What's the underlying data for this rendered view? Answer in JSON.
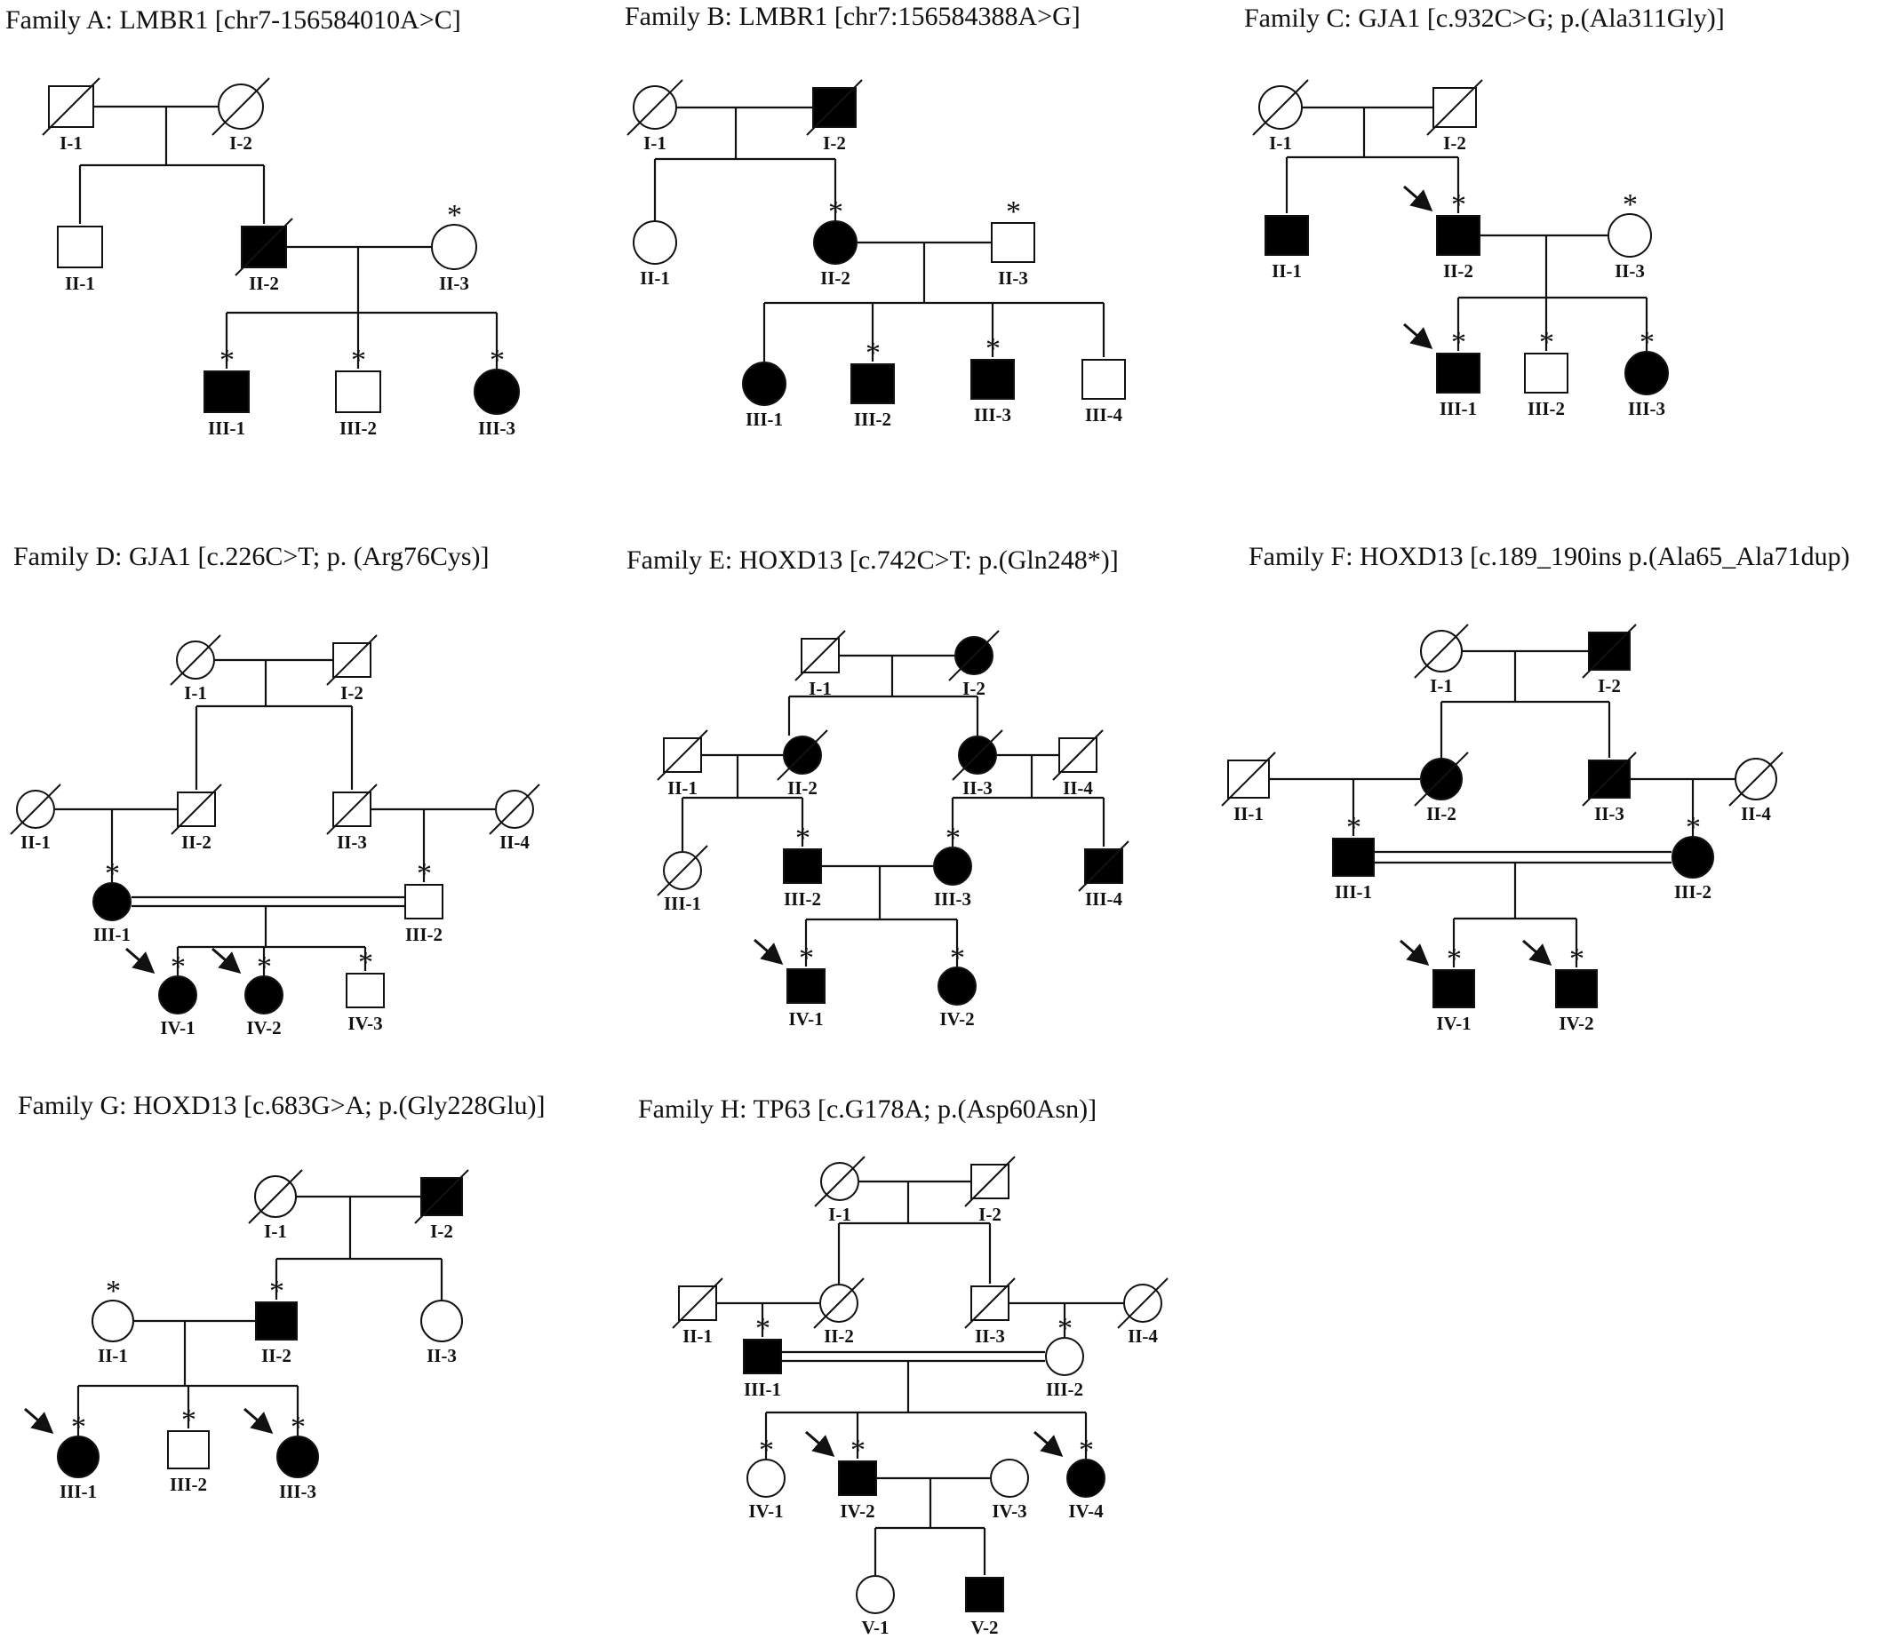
{
  "figure": {
    "colors": {
      "ink": "#111111",
      "affected": "#000000",
      "unaffected": "#ffffff"
    },
    "families": [
      {
        "id": "A",
        "title": "Family A: LMBR1 [chr7-156584010A>C]",
        "members": [
          {
            "label": "I-1",
            "sex": "male",
            "affected": false,
            "deceased": true
          },
          {
            "label": "I-2",
            "sex": "female",
            "affected": false,
            "deceased": true
          },
          {
            "label": "II-1",
            "sex": "male",
            "affected": false
          },
          {
            "label": "II-2",
            "sex": "male",
            "affected": true,
            "deceased": true
          },
          {
            "label": "II-3",
            "sex": "female",
            "affected": false,
            "tested": true
          },
          {
            "label": "III-1",
            "sex": "male",
            "affected": true,
            "tested": true
          },
          {
            "label": "III-2",
            "sex": "male",
            "affected": false,
            "tested": true
          },
          {
            "label": "III-3",
            "sex": "female",
            "affected": true,
            "tested": true
          }
        ]
      },
      {
        "id": "B",
        "title": "Family B: LMBR1 [chr7:156584388A>G]",
        "members": [
          {
            "label": "I-1",
            "sex": "female",
            "affected": false,
            "deceased": true
          },
          {
            "label": "I-2",
            "sex": "male",
            "affected": true,
            "deceased": true
          },
          {
            "label": "II-1",
            "sex": "female",
            "affected": false
          },
          {
            "label": "II-2",
            "sex": "female",
            "affected": true,
            "tested": true
          },
          {
            "label": "II-3",
            "sex": "male",
            "affected": false,
            "tested": true
          },
          {
            "label": "III-1",
            "sex": "female",
            "affected": true
          },
          {
            "label": "III-2",
            "sex": "male",
            "affected": true,
            "tested": true
          },
          {
            "label": "III-3",
            "sex": "male",
            "affected": true,
            "tested": true
          },
          {
            "label": "III-4",
            "sex": "male",
            "affected": false
          }
        ]
      },
      {
        "id": "C",
        "title": "Family C: GJA1 [c.932C>G; p.(Ala311Gly)]",
        "members": [
          {
            "label": "I-1",
            "sex": "female",
            "affected": false,
            "deceased": true
          },
          {
            "label": "I-2",
            "sex": "male",
            "affected": false,
            "deceased": true
          },
          {
            "label": "II-1",
            "sex": "male",
            "affected": true
          },
          {
            "label": "II-2",
            "sex": "male",
            "affected": true,
            "tested": true,
            "proband": true
          },
          {
            "label": "II-3",
            "sex": "female",
            "affected": false,
            "tested": true
          },
          {
            "label": "III-1",
            "sex": "male",
            "affected": true,
            "tested": true,
            "proband": true
          },
          {
            "label": "III-2",
            "sex": "male",
            "affected": false,
            "tested": true
          },
          {
            "label": "III-3",
            "sex": "female",
            "affected": true,
            "tested": true
          }
        ]
      },
      {
        "id": "D",
        "title": "Family D: GJA1 [c.226C>T; p. (Arg76Cys)]",
        "members": [
          {
            "label": "I-1",
            "sex": "female",
            "affected": false,
            "deceased": true
          },
          {
            "label": "I-2",
            "sex": "male",
            "affected": false,
            "deceased": true
          },
          {
            "label": "II-1",
            "sex": "female",
            "affected": false,
            "deceased": true
          },
          {
            "label": "II-2",
            "sex": "male",
            "affected": false,
            "deceased": true
          },
          {
            "label": "II-3",
            "sex": "male",
            "affected": false,
            "deceased": true
          },
          {
            "label": "II-4",
            "sex": "female",
            "affected": false,
            "deceased": true
          },
          {
            "label": "III-1",
            "sex": "female",
            "affected": true,
            "tested": true
          },
          {
            "label": "III-2",
            "sex": "male",
            "affected": false,
            "tested": true
          },
          {
            "label": "IV-1",
            "sex": "female",
            "affected": true,
            "tested": true,
            "proband": true
          },
          {
            "label": "IV-2",
            "sex": "female",
            "affected": true,
            "tested": true,
            "proband": true
          },
          {
            "label": "IV-3",
            "sex": "male",
            "affected": false,
            "tested": true
          }
        ]
      },
      {
        "id": "E",
        "title": "Family E: HOXD13 [c.742C>T: p.(Gln248*)]",
        "members": [
          {
            "label": "I-1",
            "sex": "male",
            "affected": false,
            "deceased": true
          },
          {
            "label": "I-2",
            "sex": "female",
            "affected": true,
            "deceased": true
          },
          {
            "label": "II-1",
            "sex": "male",
            "affected": false,
            "deceased": true
          },
          {
            "label": "II-2",
            "sex": "female",
            "affected": true,
            "deceased": true
          },
          {
            "label": "II-3",
            "sex": "female",
            "affected": true,
            "deceased": true
          },
          {
            "label": "II-4",
            "sex": "male",
            "affected": false,
            "deceased": true
          },
          {
            "label": "III-1",
            "sex": "female",
            "affected": false,
            "deceased": true
          },
          {
            "label": "III-2",
            "sex": "male",
            "affected": true,
            "tested": true
          },
          {
            "label": "III-3",
            "sex": "female",
            "affected": true,
            "tested": true
          },
          {
            "label": "III-4",
            "sex": "male",
            "affected": true,
            "deceased": true
          },
          {
            "label": "IV-1",
            "sex": "male",
            "affected": true,
            "tested": true,
            "proband": true
          },
          {
            "label": "IV-2",
            "sex": "female",
            "affected": true,
            "tested": true
          }
        ]
      },
      {
        "id": "F",
        "title": "Family F: HOXD13 [c.189_190ins p.(Ala65_Ala71dup)",
        "members": [
          {
            "label": "I-1",
            "sex": "female",
            "affected": false,
            "deceased": true
          },
          {
            "label": "I-2",
            "sex": "male",
            "affected": true,
            "deceased": true
          },
          {
            "label": "II-1",
            "sex": "male",
            "affected": false,
            "deceased": true
          },
          {
            "label": "II-2",
            "sex": "female",
            "affected": true,
            "deceased": true
          },
          {
            "label": "II-3",
            "sex": "male",
            "affected": true,
            "deceased": true
          },
          {
            "label": "II-4",
            "sex": "female",
            "affected": false,
            "deceased": true
          },
          {
            "label": "III-1",
            "sex": "male",
            "affected": true,
            "tested": true
          },
          {
            "label": "III-2",
            "sex": "female",
            "affected": true,
            "tested": true
          },
          {
            "label": "IV-1",
            "sex": "male",
            "affected": true,
            "tested": true,
            "proband": true
          },
          {
            "label": "IV-2",
            "sex": "male",
            "affected": true,
            "tested": true,
            "proband": true
          }
        ]
      },
      {
        "id": "G",
        "title": "Family G: HOXD13 [c.683G>A; p.(Gly228Glu)]",
        "members": [
          {
            "label": "I-1",
            "sex": "female",
            "affected": false,
            "deceased": true
          },
          {
            "label": "I-2",
            "sex": "male",
            "affected": true,
            "deceased": true
          },
          {
            "label": "II-1",
            "sex": "female",
            "affected": false,
            "tested": true
          },
          {
            "label": "II-2",
            "sex": "male",
            "affected": true,
            "tested": true
          },
          {
            "label": "II-3",
            "sex": "female",
            "affected": false
          },
          {
            "label": "III-1",
            "sex": "female",
            "affected": true,
            "tested": true,
            "proband": true
          },
          {
            "label": "III-2",
            "sex": "male",
            "affected": false,
            "tested": true
          },
          {
            "label": "III-3",
            "sex": "female",
            "affected": true,
            "tested": true,
            "proband": true
          }
        ]
      },
      {
        "id": "H",
        "title": "Family H: TP63 [c.G178A; p.(Asp60Asn)]",
        "members": [
          {
            "label": "I-1",
            "sex": "female",
            "affected": false,
            "deceased": true
          },
          {
            "label": "I-2",
            "sex": "male",
            "affected": false,
            "deceased": true
          },
          {
            "label": "II-1",
            "sex": "male",
            "affected": false,
            "deceased": true
          },
          {
            "label": "II-2",
            "sex": "female",
            "affected": false,
            "deceased": true
          },
          {
            "label": "II-3",
            "sex": "male",
            "affected": false,
            "deceased": true
          },
          {
            "label": "II-4",
            "sex": "female",
            "affected": false,
            "deceased": true
          },
          {
            "label": "III-1",
            "sex": "male",
            "affected": true,
            "tested": true
          },
          {
            "label": "III-2",
            "sex": "female",
            "affected": false,
            "tested": true
          },
          {
            "label": "IV-1",
            "sex": "female",
            "affected": false,
            "tested": true
          },
          {
            "label": "IV-2",
            "sex": "male",
            "affected": true,
            "tested": true,
            "proband": true
          },
          {
            "label": "IV-3",
            "sex": "female",
            "affected": false
          },
          {
            "label": "IV-4",
            "sex": "female",
            "affected": true,
            "tested": true,
            "proband": true
          },
          {
            "label": "V-1",
            "sex": "female",
            "affected": false
          },
          {
            "label": "V-2",
            "sex": "male",
            "affected": true
          }
        ]
      }
    ]
  }
}
